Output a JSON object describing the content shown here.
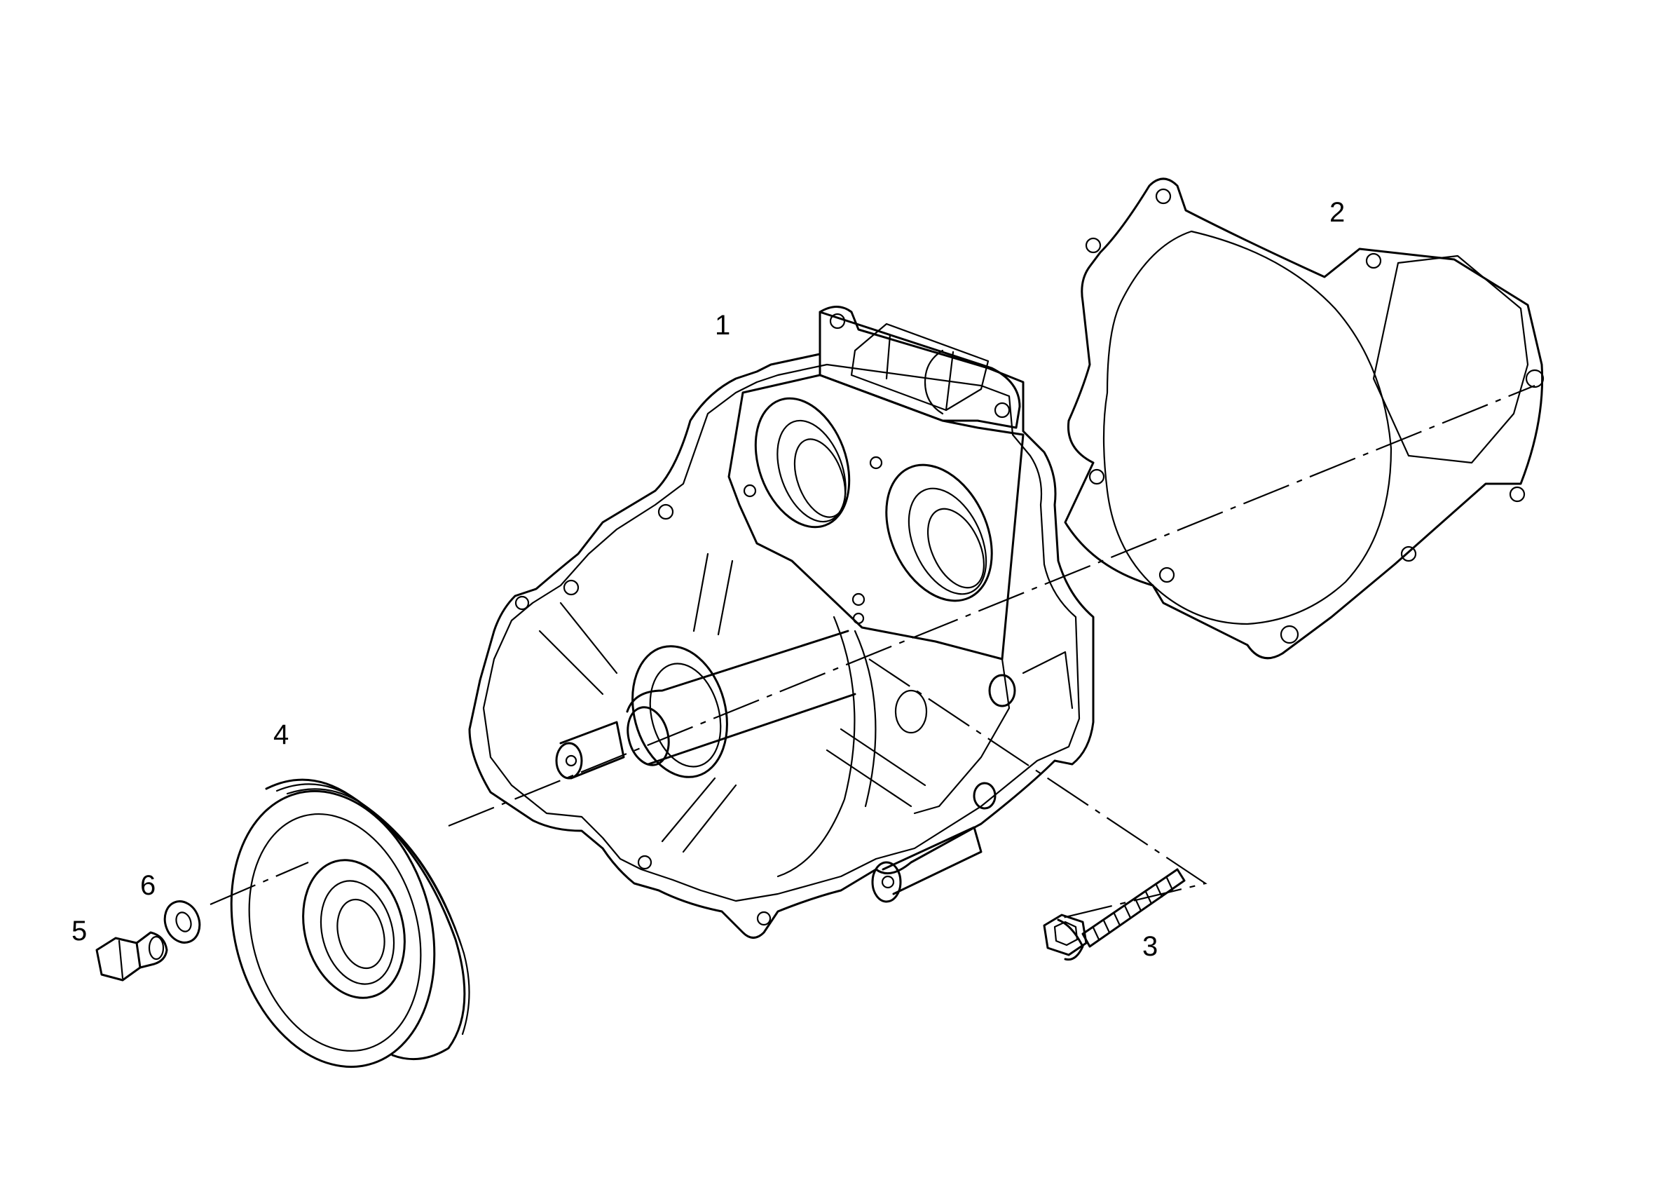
{
  "callouts": {
    "item_1": "1",
    "item_2": "2",
    "item_3": "3",
    "item_4": "4",
    "item_5": "5",
    "item_6": "6"
  },
  "colors": {
    "line": "#000000",
    "background": "#ffffff"
  }
}
